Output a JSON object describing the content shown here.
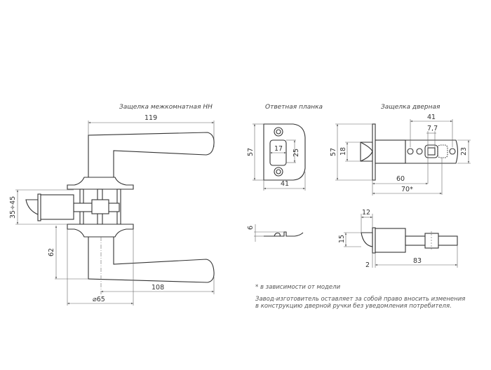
{
  "titles": {
    "handle": "Защелка межкомнатная НН",
    "strike_plate": "Ответная планка",
    "latch": "Защелка дверная"
  },
  "handle_dims": {
    "length": "119",
    "door_thickness": "35÷45",
    "height": "62",
    "reach": "108",
    "rose_diameter": "⌀65"
  },
  "strike_dims": {
    "height": "57",
    "width": "41",
    "window_width": "17",
    "window_height": "25",
    "thickness": "6"
  },
  "latch_dims": {
    "tail_length": "41",
    "square": "7,7",
    "faceplate_height": "57",
    "bolt_height": "18",
    "tail_height": "23",
    "backset_min": "60",
    "backset_max": "70*",
    "bolt_depth": "12",
    "bolt_side_height": "15",
    "faceplate_thickness": "2",
    "total_length": "83"
  },
  "notes": {
    "footnote": "* в зависимости от модели",
    "disclaimer_line1": "Завод-изготовитель оставляет за собой право вносить изменения",
    "disclaimer_line2": "в конструкцию дверной ручки без уведомления потребителя."
  }
}
